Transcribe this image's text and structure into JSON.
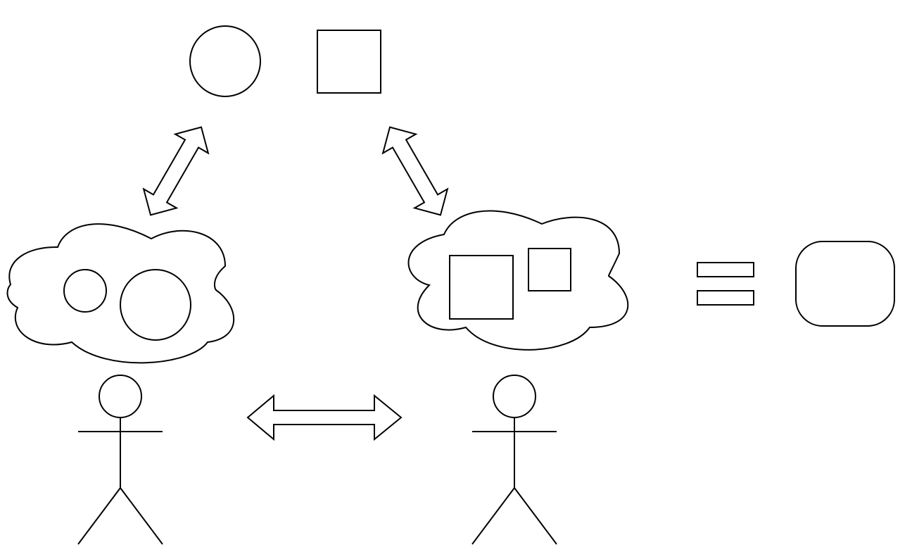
{
  "colors": {
    "stroke": "#000000",
    "background": "#ffffff"
  },
  "diagram": {
    "concepts": {
      "circle": "circle-shape",
      "square": "square-shape"
    },
    "thoughts": {
      "left_person": [
        "small-circle",
        "large-circle"
      ],
      "right_person": [
        "large-square",
        "small-square"
      ]
    },
    "result": [
      "equals-sign",
      "rounded-square"
    ],
    "arrows": [
      "double-arrow-circle-to-left-cloud",
      "double-arrow-square-to-right-cloud",
      "double-arrow-between-people"
    ],
    "actors": [
      "left-person",
      "right-person"
    ]
  }
}
